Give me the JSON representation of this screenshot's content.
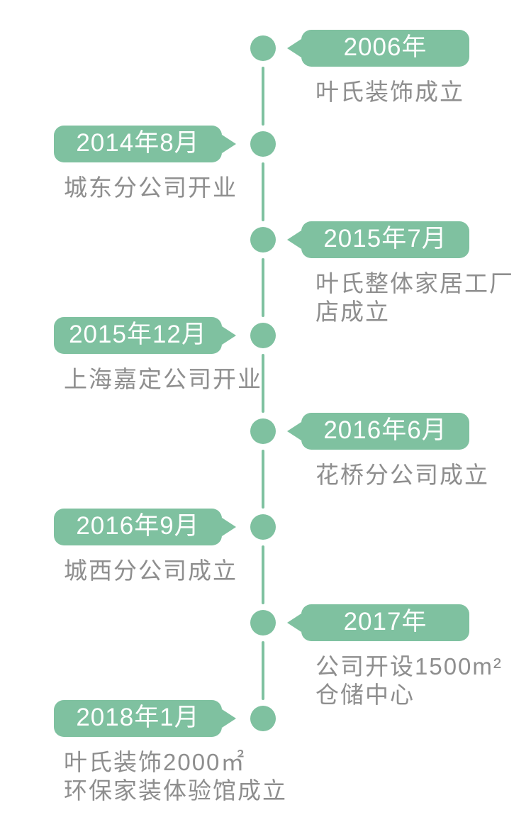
{
  "page": {
    "background_color": "#ffffff"
  },
  "timeline": {
    "accent_color": "#7fc1a0",
    "bubble_text_color": "#ffffff",
    "description_text_color": "#8e8e8e",
    "items": [
      {
        "side": "right",
        "date": "2006年",
        "description_lines": [
          "叶氏装饰成立"
        ]
      },
      {
        "side": "left",
        "date": "2014年8月",
        "description_lines": [
          "城东分公司开业"
        ]
      },
      {
        "side": "right",
        "date": "2015年7月",
        "description_lines": [
          "叶氏整体家居工厂",
          "店成立"
        ]
      },
      {
        "side": "left",
        "date": "2015年12月",
        "description_lines": [
          "上海嘉定公司开业"
        ]
      },
      {
        "side": "right",
        "date": "2016年6月",
        "description_lines": [
          "花桥分公司成立"
        ]
      },
      {
        "side": "left",
        "date": "2016年9月",
        "description_lines": [
          "城西分公司成立"
        ]
      },
      {
        "side": "right",
        "date": "2017年",
        "description_lines": [
          "公司开设1500m²",
          "仓储中心"
        ]
      },
      {
        "side": "left",
        "date": "2018年1月",
        "description_lines": [
          "叶氏装饰2000㎡",
          "环保家装体验馆成立"
        ]
      }
    ]
  }
}
